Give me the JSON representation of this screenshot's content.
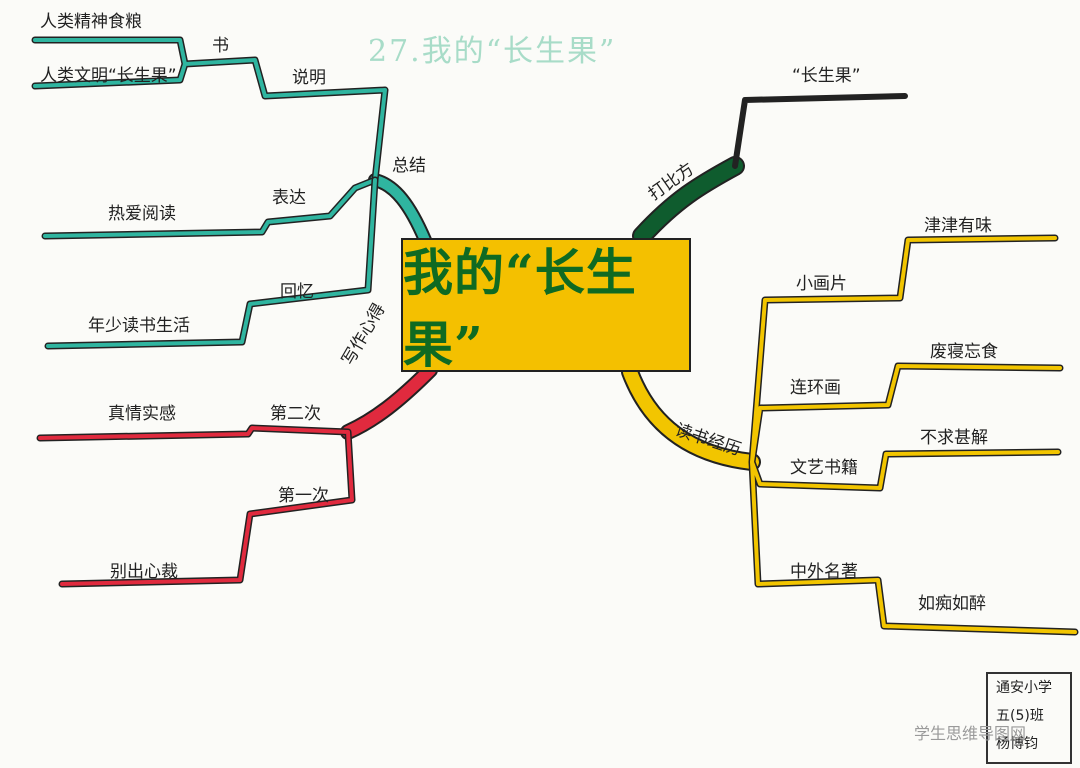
{
  "title": "27.我的“长生果”",
  "center": "我的“长生果”",
  "branches": {
    "metaphor": {
      "label": "打比方",
      "leaf": "“长生果”"
    },
    "reading": {
      "label": "读书经历",
      "items": [
        {
          "label": "小画片",
          "leaf": "津津有味"
        },
        {
          "label": "连环画",
          "leaf": "废寝忘食"
        },
        {
          "label": "文艺书籍",
          "leaf": "不求甚解"
        },
        {
          "label": "中外名著",
          "leaf": "如痴如醉"
        }
      ]
    },
    "summary": {
      "label": "总结",
      "items": [
        {
          "label": "说明",
          "sublabel": "书",
          "leaves": [
            "人类精神食粮",
            "人类文明“长生果”"
          ]
        },
        {
          "label": "表达",
          "leaf": "热爱阅读"
        },
        {
          "label": "回忆",
          "leaf": "年少读书生活"
        }
      ]
    },
    "writing": {
      "label": "写作心得",
      "items": [
        {
          "label": "第二次",
          "leaf": "真情实感"
        },
        {
          "label": "第一次",
          "leaf": "别出心裁"
        }
      ]
    }
  },
  "signature": {
    "line1": "通安小学",
    "line2": "五(5)班",
    "line3": "杨博钧"
  },
  "watermark": "学生思维导图网",
  "colors": {
    "green": "#0f5c2e",
    "yellow": "#f2c500",
    "teal": "#2fb5a0",
    "red": "#e02a3e",
    "outline": "#222222",
    "center_fill": "#f4c000",
    "center_text": "#0f6a22"
  }
}
